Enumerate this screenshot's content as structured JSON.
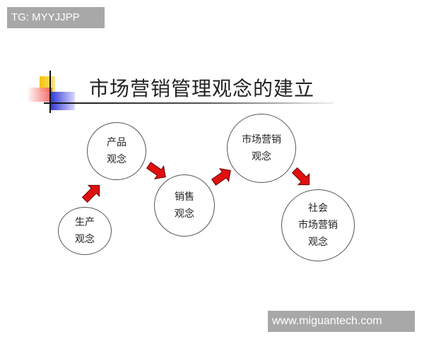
{
  "overlay": {
    "tag": "TG: MYYJJPP",
    "watermark": "www.miguantech.com"
  },
  "slide": {
    "title": "市场营销管理观念的建立",
    "nodes": [
      {
        "id": "production",
        "lines": [
          "生产",
          "观念"
        ]
      },
      {
        "id": "product",
        "lines": [
          "产品",
          "观念"
        ]
      },
      {
        "id": "selling",
        "lines": [
          "销售",
          "观念"
        ]
      },
      {
        "id": "marketing",
        "lines": [
          "市场营销",
          "观念"
        ]
      },
      {
        "id": "societal",
        "lines": [
          "社会",
          "市场营销",
          "观念"
        ]
      }
    ],
    "arrow_color": "#e01010"
  }
}
